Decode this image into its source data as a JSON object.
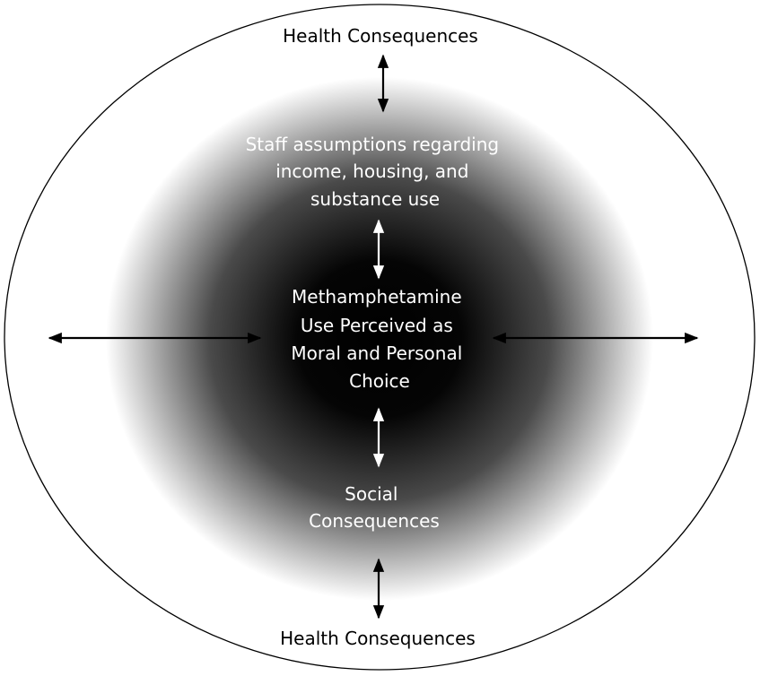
{
  "diagram": {
    "top_label": "Health Consequences",
    "bottom_label": "Health Consequences",
    "staff_lines": [
      "Staff assumptions regarding",
      "income, housing, and",
      "substance use"
    ],
    "center_lines": [
      "Methamphetamine",
      "Use Perceived as",
      "Moral and Personal",
      "Choice"
    ],
    "social_lines": [
      "Social",
      "Consequences"
    ],
    "colors": {
      "outer_text": "#000000",
      "inner_text": "#ffffff",
      "outline": "#000000",
      "gradient_center": "#000000",
      "gradient_edge": "#ffffff"
    }
  }
}
